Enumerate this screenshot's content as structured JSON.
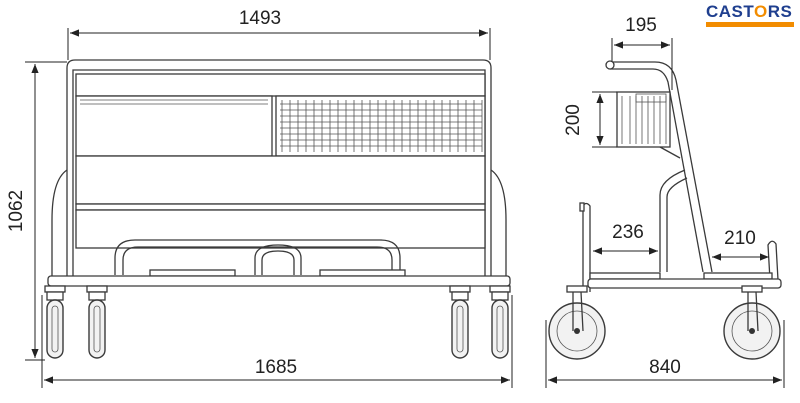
{
  "logo": {
    "text": "CASTORS",
    "accent_color": "#f28c00",
    "brand_color": "#1f3f8f"
  },
  "front_view": {
    "dimensions": {
      "top_width": "1493",
      "overall_width": "1685",
      "overall_height": "1062"
    }
  },
  "side_view": {
    "dimensions": {
      "basket_width": "195",
      "basket_height": "200",
      "rear_platform": "236",
      "front_platform": "210",
      "overall_depth": "840"
    }
  }
}
